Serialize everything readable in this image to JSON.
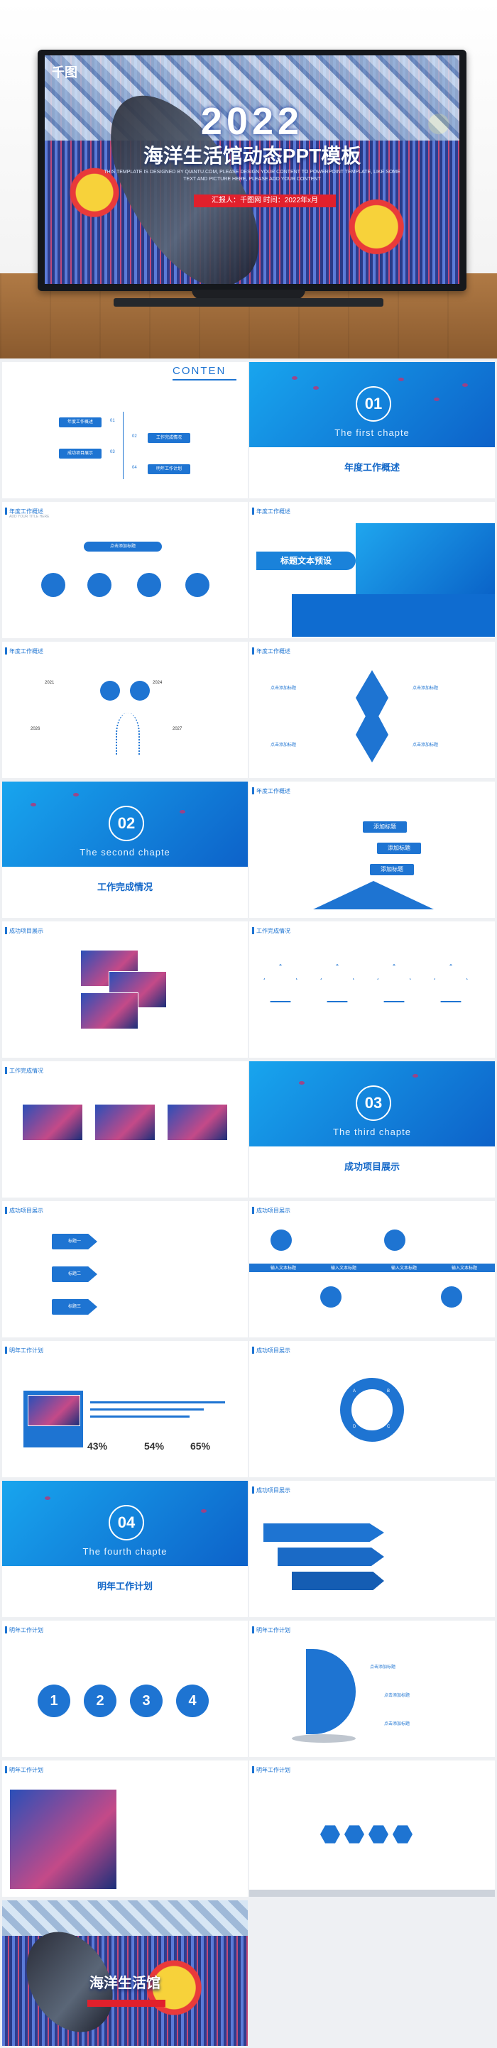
{
  "hero": {
    "brand": "千图",
    "year": "2022",
    "title": "海洋生活馆动态PPT模板",
    "subtitle": "THIS TEMPLATE IS DESIGNED BY QIANTU.COM, PLEASE DESIGN YOUR CONTENT TO POWERPOINT TEMPLATE, LIKE SOME TEXT AND PICTURE HERE, PLEASE ADD YOUR CONTENT",
    "bar": "汇报人：千图网    时间：2022年x月"
  },
  "contents": {
    "title": "CONTEN",
    "items": [
      {
        "num": "01",
        "label": "年度工作概述"
      },
      {
        "num": "02",
        "label": "工作完成情况"
      },
      {
        "num": "03",
        "label": "成功项目展示"
      },
      {
        "num": "04",
        "label": "明年工作计划"
      }
    ]
  },
  "sections": [
    {
      "num": "01",
      "en": "The first chapte",
      "cn": "年度工作概述"
    },
    {
      "num": "02",
      "en": "The second chapte",
      "cn": "工作完成情况"
    },
    {
      "num": "03",
      "en": "The third chapte",
      "cn": "成功项目展示"
    },
    {
      "num": "04",
      "en": "The fourth chapte",
      "cn": "明年工作计划"
    }
  ],
  "headers": {
    "overview": "年度工作概述",
    "completion": "工作完成情况",
    "project": "成功项目展示",
    "plan": "明年工作计划",
    "sub": "ADD YOUR TITLE HERE"
  },
  "slide_texts": {
    "add_title": "添加标题",
    "title_preset": "标题文本预设",
    "fill_text": "点击添加标题",
    "year_tl": [
      "2021",
      "2024",
      "2026",
      "2027"
    ],
    "percents": [
      "43%",
      "54%",
      "65%"
    ],
    "steps": [
      "1",
      "2",
      "3",
      "4"
    ],
    "arrows": [
      "标题一",
      "标题二",
      "标题三"
    ],
    "letters": [
      "A",
      "B",
      "C",
      "D"
    ],
    "flow": [
      "输入文本标题",
      "输入文本标题",
      "输入文本标题",
      "输入文本标题"
    ],
    "hero_end": "海洋生活馆"
  }
}
